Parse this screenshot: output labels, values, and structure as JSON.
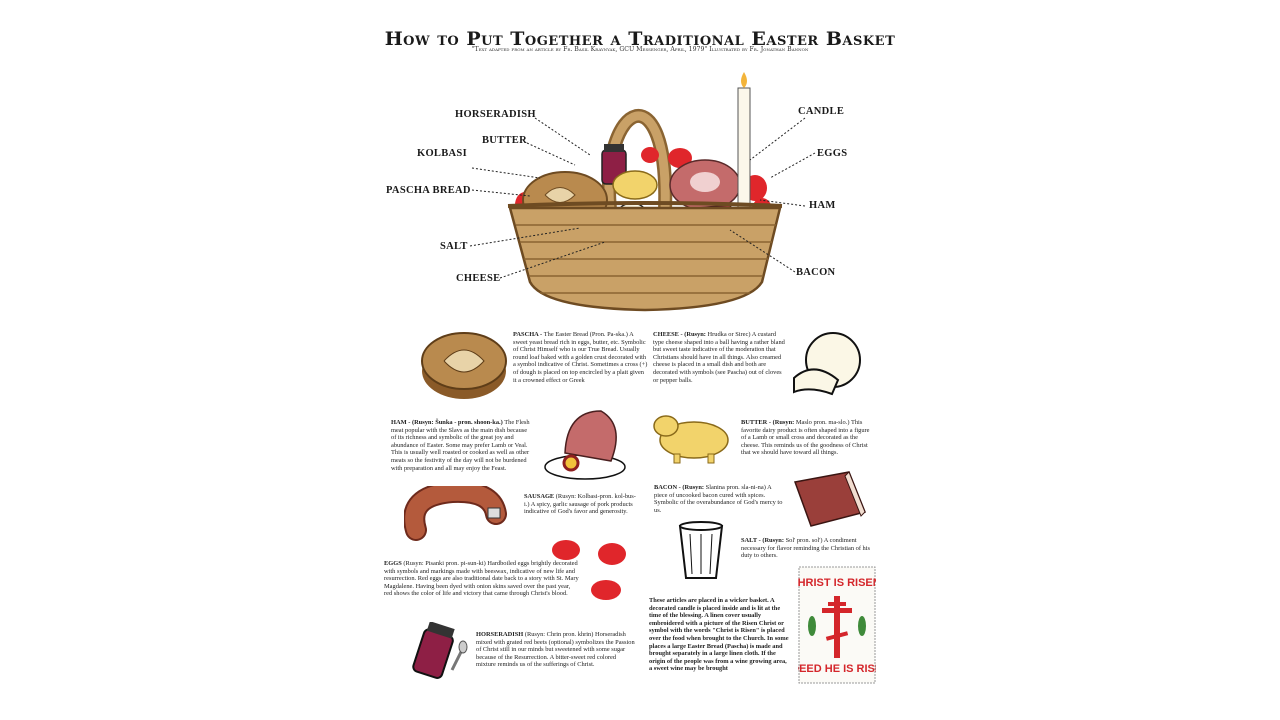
{
  "header": {
    "title": "How to Put Together a Traditional Easter Basket",
    "subtitle": "\"Text adapted from an article by Fr. Basil Kraynyak, GCU Messenger, April, 1979\" Illustrated by Fr. Jonathan Bannon"
  },
  "basket_labels": {
    "horseradish": "HORSERADISH",
    "butter": "BUTTER",
    "kolbasi": "KOLBASI",
    "pascha_bread": "PASCHA BREAD",
    "salt": "SALT",
    "cheese": "CHEESE",
    "candle": "CANDLE",
    "eggs": "EGGS",
    "ham": "HAM",
    "bacon": "BACON"
  },
  "items": {
    "pascha": {
      "heading": "PASCHA - ",
      "text": "The Easter Bread (Pron. Pa-ska.) A sweet yeast bread rich in eggs, butter, etc. Symbolic of Christ Himself who is our True Bread. Usually round loaf baked with a golden crust decorated with a symbol indicative of Christ. Sometimes a cross (+) of dough is placed on top encircled by a plait given it a crowned effect or Greek"
    },
    "cheese": {
      "heading": "CHEESE - (Rusyn: ",
      "text": "Hrudka or Sirec) A custard type cheese shaped into a ball having a rather bland but sweet taste indicative of the moderation that Christians should have in all things. Also creamed cheese is placed in a small dish and both are decorated with symbols (see Pascha) out of cloves or pepper balls."
    },
    "ham": {
      "heading": "HAM - (Rusyn: Šunka - pron. shoon-ka.)",
      "text": " The Flesh meat popular with the Slavs as the main dish because of its richness and symbolic of the great joy and abundance of Easter. Some may prefer Lamb or Veal. This is usually well roasted or cooked as well as other meats so the festivity of the day will not be burdened with preparation and all may enjoy the Feast."
    },
    "butter": {
      "heading": "BUTTER - (Rusyn: ",
      "text": "Maslo pron. ma-slo.) This favorite dairy product is often shaped into a figure of a Lamb or small cross and decorated as the cheese. This reminds us of the goodness of Christ that we should have toward all things."
    },
    "sausage": {
      "heading": "SAUSAGE ",
      "text": "(Rusyn: Kolbasi-pron. kol-bus-i.) A spicy, garlic sausage of pork products indicative of God's favor and generosity."
    },
    "bacon": {
      "heading": "BACON - (Rusyn: ",
      "text": "Slanina pron. sla-ni-na) A piece of uncooked bacon cured with spices. Symbolic of the overabundance of God's mercy to us."
    },
    "salt": {
      "heading": "SALT - (Rusyn: ",
      "text": "Sol' pron. sol') A condiment necessary for flavor reminding the Christian of his duty to others."
    },
    "eggs": {
      "heading": "EGGS ",
      "text": "(Rusyn: Pisanki pron. pi-sun-ki) Hardboiled eggs brightly decorated with symbols and markings made with beeswax, indicative of new life and resurrection. Red eggs are also traditional date back to a story with St. Mary Magdalene. Having been dyed with onion skins saved over the past year, red shows the color of life and victory that came through Christ's blood."
    },
    "horseradish": {
      "heading": "HORSERADISH ",
      "text": "(Rusyn: Chrin pron. khrin) Horseradish mixed with grated red beets (optional) symbolizes the Passion of Christ still in our minds but sweetened with some sugar because of the Resurrection. A bitter-sweet red colored mixture reminds us of the sufferings of Christ."
    }
  },
  "closing_text": "These articles are placed in a wicker basket. A decorated candle is placed inside and is lit at the time of the blessing. A linen cover usually embroidered with a picture of the Risen Christ or symbol with the words \"Christ is Risen\" is placed over the food when brought to the Church. In some places a large Easter Bread (Pascha) is made and brought separately in a large linen cloth. If the origin of the people was from a wine growing area, a sweet wine may be brought",
  "banner": {
    "line1": "CHRIST IS RISEN!",
    "line2": "INDEED HE IS RISEN!"
  },
  "colors": {
    "egg_red": "#e0262b",
    "basket": "#c9a167",
    "basket_dark": "#8a6432",
    "bread": "#b98a4e",
    "ham": "#c46b6b",
    "butter": "#f2d36b",
    "sausage": "#b45a3c"
  }
}
